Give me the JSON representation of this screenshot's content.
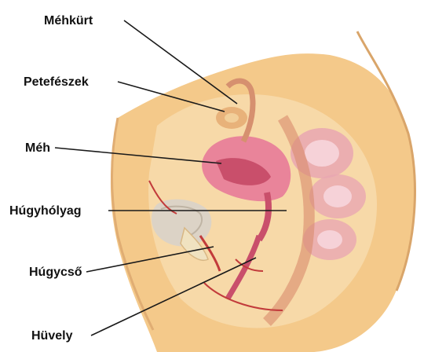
{
  "labels": {
    "mehkurt": "Méhkürt",
    "petefeszek": "Petefészek",
    "meh": "Méh",
    "hugyholyag": "Húgyhólyag",
    "hugycso": "Húgycső",
    "huvely": "Hüvely"
  },
  "colors": {
    "skin": "#f4c98a",
    "tissue_light": "#f7d9a8",
    "pink": "#e9849a",
    "pink_dark": "#c94f6b",
    "red_line": "#c23b3b",
    "bladder": "#dcd3c6",
    "background": "#ffffff"
  }
}
